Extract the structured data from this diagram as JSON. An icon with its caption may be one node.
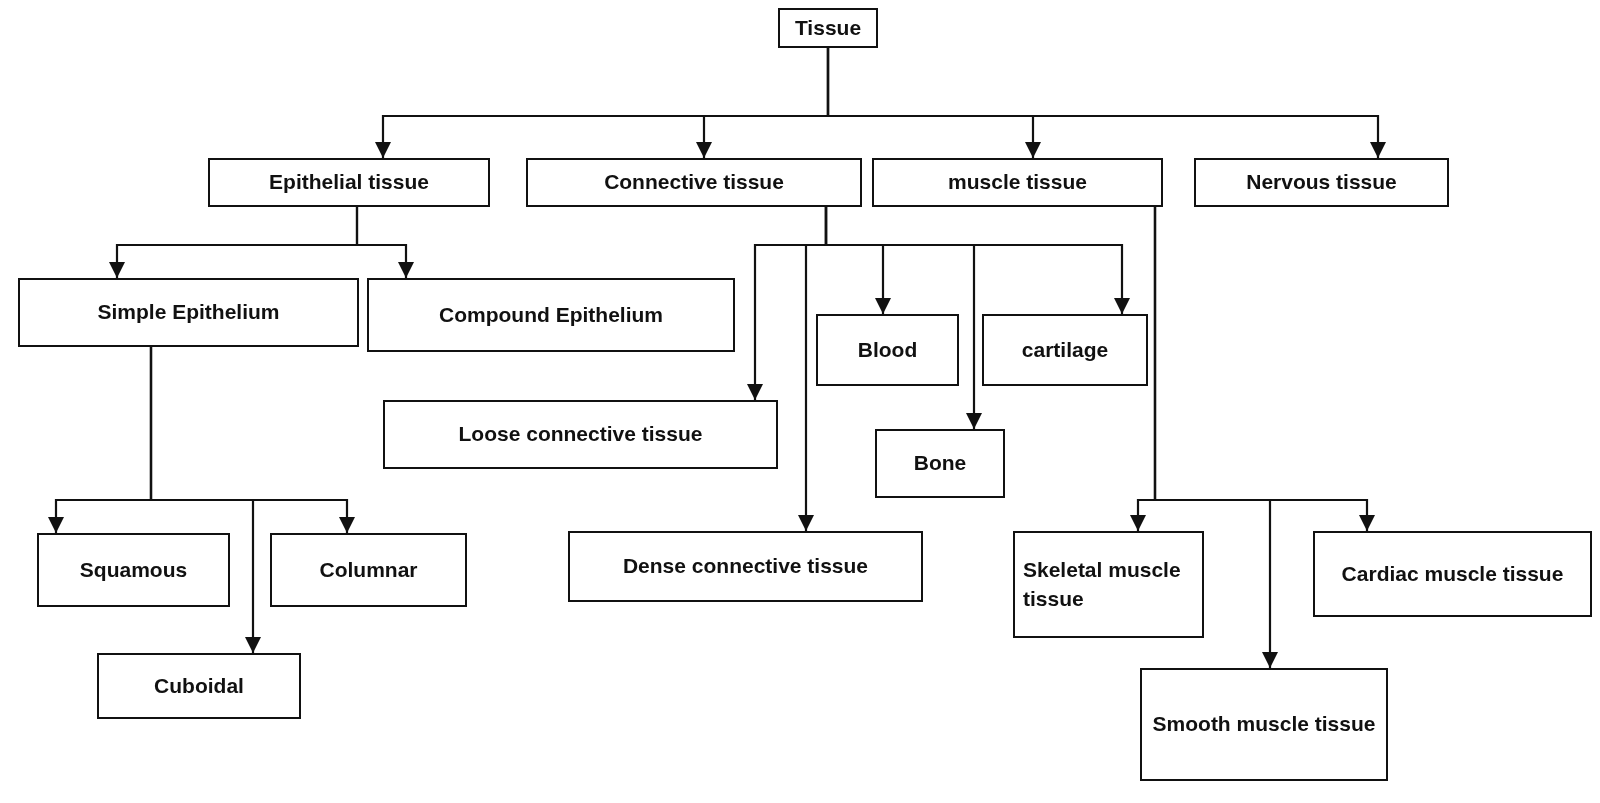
{
  "diagram": {
    "nodes": [
      {
        "text": [
          "Tissue"
        ]
      },
      {
        "text": [
          "Epithelial tissue"
        ]
      },
      {
        "text": [
          "Connective tissue"
        ]
      },
      {
        "text": [
          "muscle tissue"
        ]
      },
      {
        "text": [
          "Nervous tissue"
        ]
      },
      {
        "text": [
          "Simple Epithelium"
        ]
      },
      {
        "text": [
          "Compound Epithelium"
        ]
      },
      {
        "text": [
          "Blood"
        ]
      },
      {
        "text": [
          "cartilage"
        ]
      },
      {
        "text": [
          "Loose connective tissue"
        ]
      },
      {
        "text": [
          "Bone"
        ]
      },
      {
        "text": [
          "Squamous"
        ]
      },
      {
        "text": [
          "Columnar"
        ]
      },
      {
        "text": [
          "Cuboidal"
        ]
      },
      {
        "text": [
          "Dense connective tissue"
        ]
      },
      {
        "text": [
          "Skeletal muscle tissue"
        ]
      },
      {
        "text": [
          "Cardiac muscle tissue"
        ]
      },
      {
        "text": [
          "Smooth muscle tissue"
        ]
      }
    ],
    "edges": [
      {
        "from": 0,
        "to": 1,
        "arrow": "to"
      },
      {
        "from": 0,
        "to": 2,
        "arrow": "to"
      },
      {
        "from": 0,
        "to": 3,
        "arrow": "to"
      },
      {
        "from": 0,
        "to": 4,
        "arrow": "to"
      },
      {
        "from": 1,
        "to": 5,
        "arrow": "to"
      },
      {
        "from": 1,
        "to": 6,
        "arrow": "to"
      },
      {
        "from": 2,
        "to": 9,
        "arrow": "to"
      },
      {
        "from": 2,
        "to": 14,
        "arrow": "to"
      },
      {
        "from": 2,
        "to": 7,
        "arrow": "to"
      },
      {
        "from": 2,
        "to": 10,
        "arrow": "to"
      },
      {
        "from": 2,
        "to": 8,
        "arrow": "to"
      },
      {
        "from": 5,
        "to": 11,
        "arrow": "to"
      },
      {
        "from": 5,
        "to": 13,
        "arrow": "to"
      },
      {
        "from": 5,
        "to": 12,
        "arrow": "to"
      },
      {
        "from": 3,
        "to": 15,
        "arrow": "to"
      },
      {
        "from": 3,
        "to": 17,
        "arrow": "to"
      },
      {
        "from": 3,
        "to": 16,
        "arrow": "to"
      }
    ]
  }
}
